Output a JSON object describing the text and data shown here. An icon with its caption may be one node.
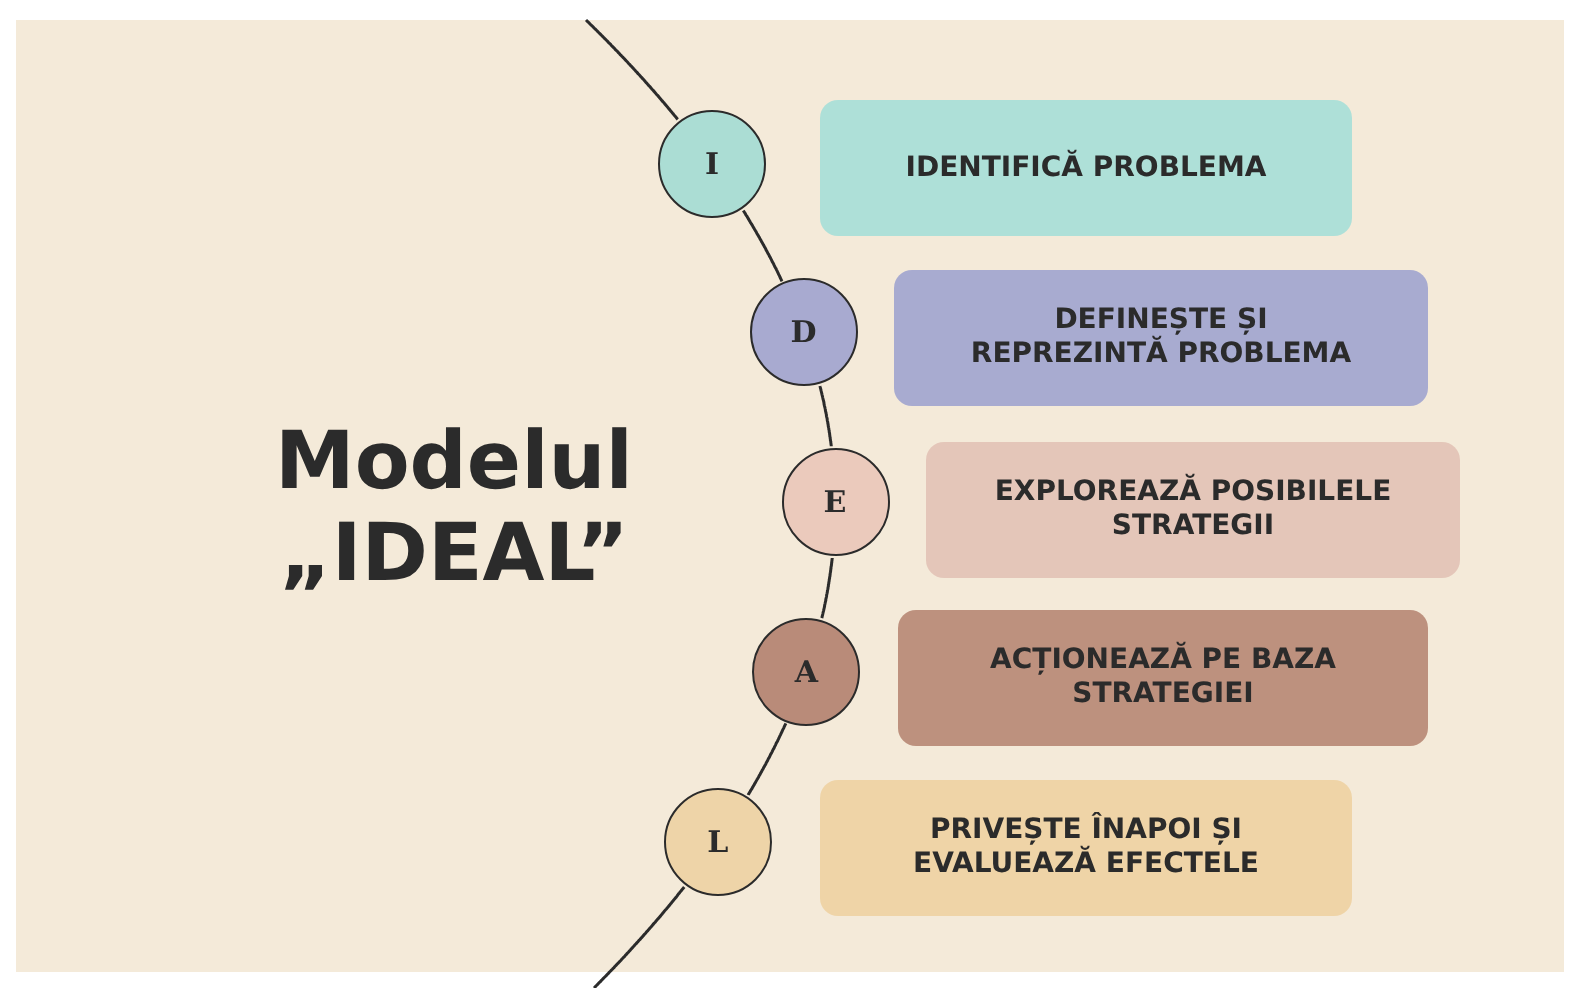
{
  "diagram": {
    "title": "Modelul „IDEAL”",
    "nodes": [
      {
        "text": [
          "I"
        ]
      },
      {
        "text": [
          "D"
        ]
      },
      {
        "text": [
          "E"
        ]
      },
      {
        "text": [
          "A"
        ]
      },
      {
        "text": [
          "L"
        ]
      },
      {
        "text": [
          "IDENTIFICĂ PROBLEMA"
        ]
      },
      {
        "text": [
          "DEFINEȘTE ȘI REPREZINTĂ PROBLEMA"
        ]
      },
      {
        "text": [
          "EXPLOREAZĂ POSIBILELE STRATEGII"
        ]
      },
      {
        "text": [
          "ACȚIONEAZĂ PE BAZA STRATEGIEI"
        ]
      },
      {
        "text": [
          "PRIVEȘTE ÎNAPOI ȘI EVALUEAZĂ EFECTELE"
        ]
      }
    ],
    "edges": [
      {
        "from": 0,
        "to": 1,
        "arrow": "none"
      },
      {
        "from": 1,
        "to": 2,
        "arrow": "none"
      },
      {
        "from": 2,
        "to": 3,
        "arrow": "none"
      },
      {
        "from": 3,
        "to": 4,
        "arrow": "none"
      }
    ]
  }
}
